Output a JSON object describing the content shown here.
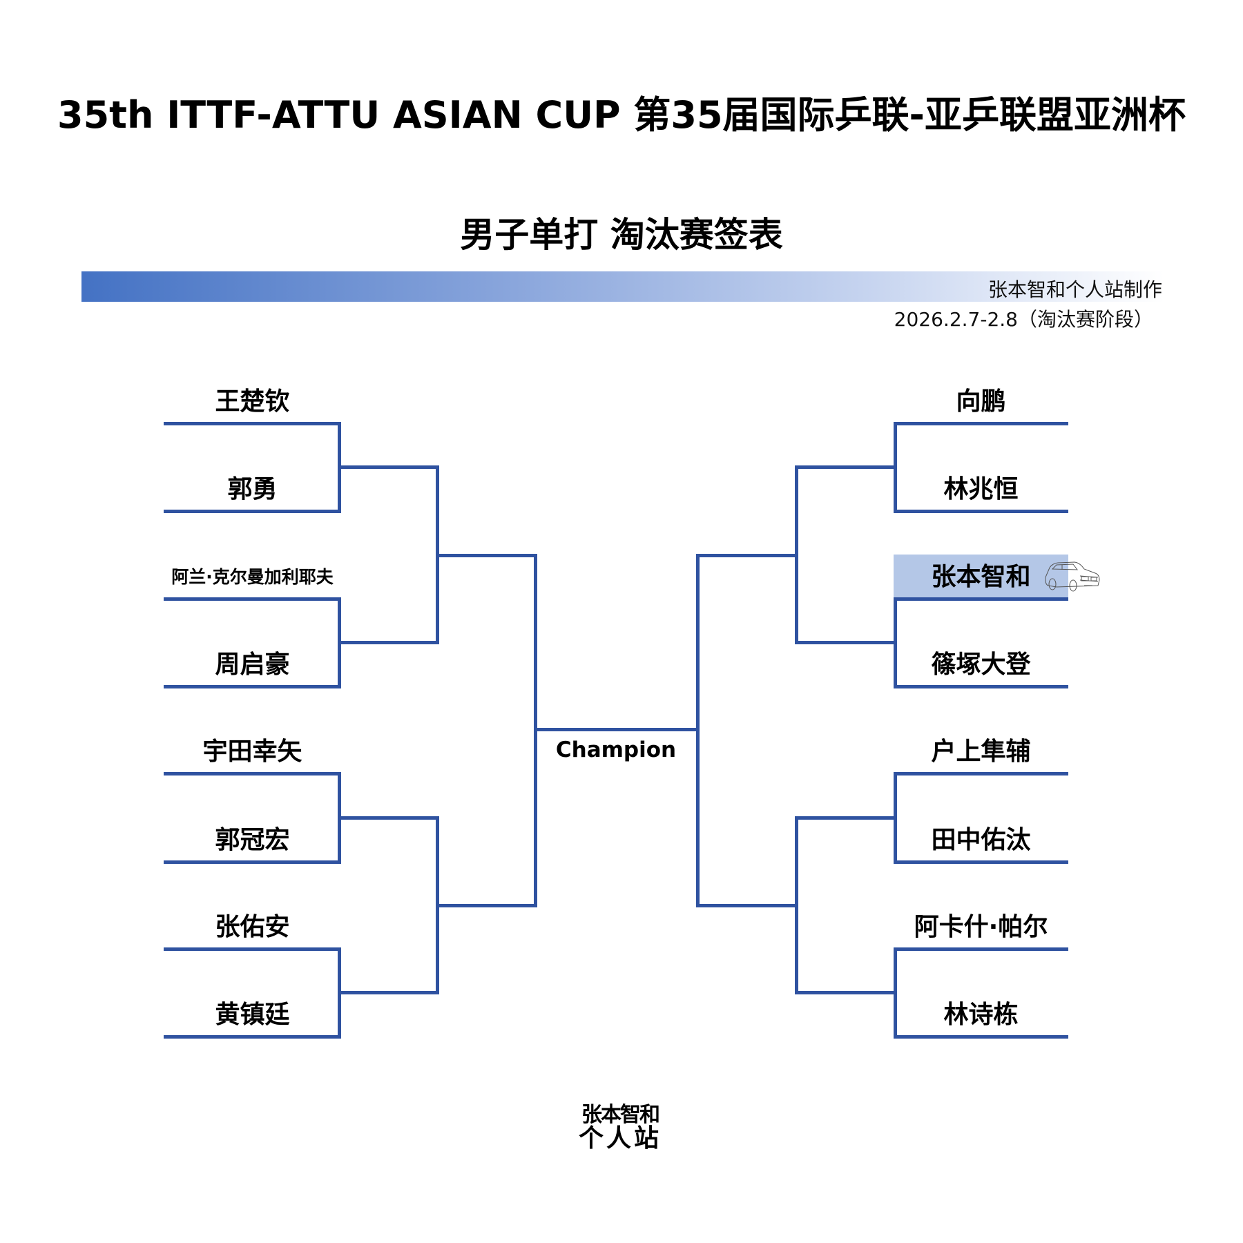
{
  "header": {
    "title": "35th ITTF-ATTU ASIAN CUP 第35届国际乒联-亚乒联盟亚洲杯",
    "subtitle": "男子单打 淘汰赛签表",
    "credit": "张本智和个人站制作",
    "date": "2026.2.7-2.8（淘汰赛阶段）",
    "bar_gradient": [
      "#4472c4",
      "#ffffff"
    ]
  },
  "bracket": {
    "line_color": "#2f52a0",
    "highlight_color": "#b4c7e7",
    "left": [
      {
        "name": "王楚钦"
      },
      {
        "name": "郭勇"
      },
      {
        "name": "阿兰·克尔曼加利耶夫"
      },
      {
        "name": "周启豪"
      },
      {
        "name": "宇田幸矢"
      },
      {
        "name": "郭冠宏"
      },
      {
        "name": "张佑安"
      },
      {
        "name": "黄镇廷"
      }
    ],
    "right": [
      {
        "name": "向鹏"
      },
      {
        "name": "林兆恒"
      },
      {
        "name": "张本智和",
        "highlighted": true
      },
      {
        "name": "篠塚大登"
      },
      {
        "name": "户上隼辅"
      },
      {
        "name": "田中佑汰"
      },
      {
        "name": "阿卡什·帕尔"
      },
      {
        "name": "林诗栋"
      }
    ],
    "champion_label": "Champion"
  },
  "logo": {
    "line1": "张本智和",
    "line2": "个人站",
    "icon": "car-icon"
  }
}
